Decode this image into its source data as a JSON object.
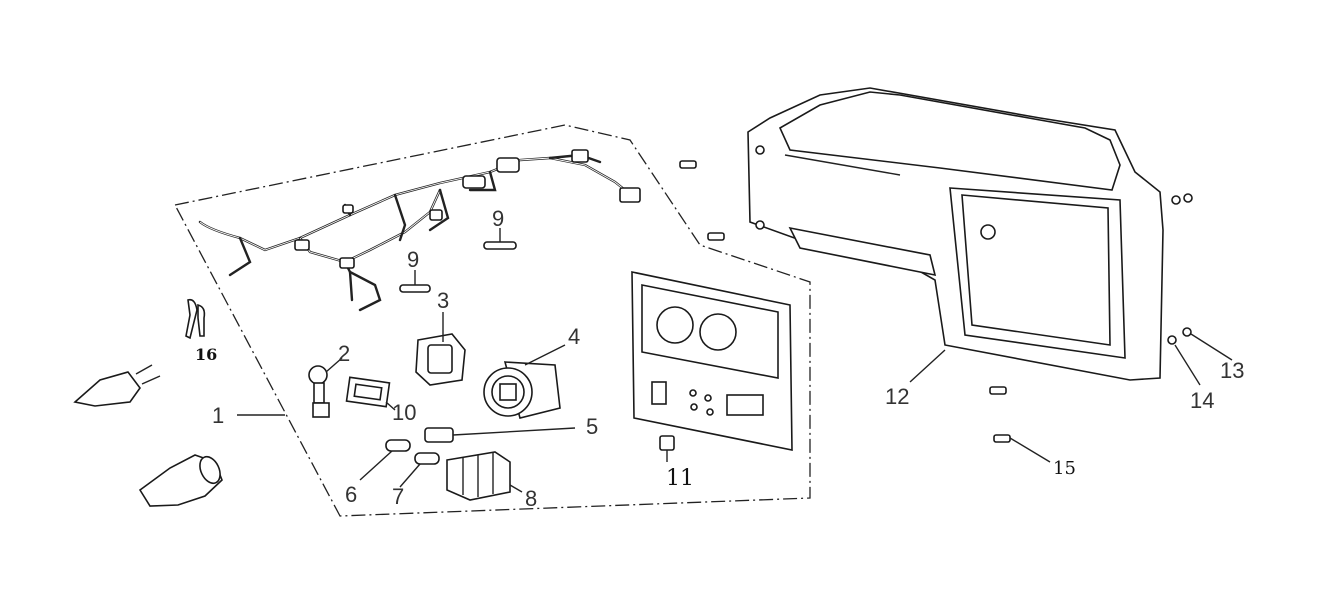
{
  "callouts": {
    "c1": "1",
    "c2": "2",
    "c3": "3",
    "c4": "4",
    "c5": "5",
    "c6": "6",
    "c7": "7",
    "c8": "8",
    "c9a": "9",
    "c9b": "9",
    "c10": "10",
    "c11": "11",
    "c12": "12",
    "c13": "13",
    "c14": "14",
    "c15": "15",
    "c16": "16"
  },
  "colors": {
    "line": "#222222",
    "background": "#ffffff"
  }
}
